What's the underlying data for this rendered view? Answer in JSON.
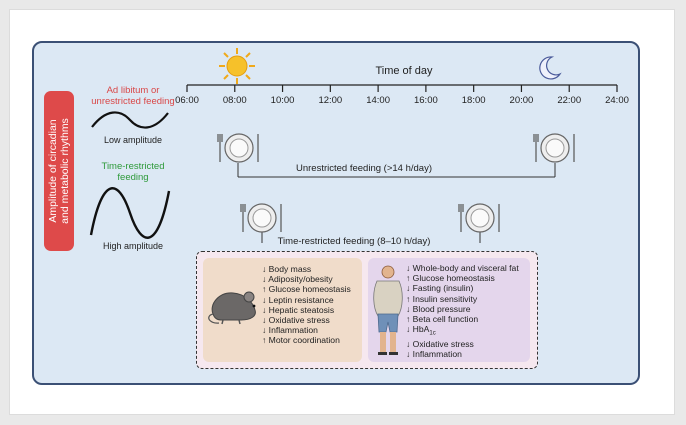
{
  "sidebar_label": {
    "line1": "Amplitude of circadian",
    "line2": "and metabolic rhythms"
  },
  "conditions": {
    "ad_libitum": {
      "line1": "Ad libitum or",
      "line2": "unrestricted feeding",
      "amplitude": "Low amplitude",
      "color": "#d94848"
    },
    "time_restricted": {
      "line1": "Time-restricted",
      "line2": "feeding",
      "amplitude": "High amplitude",
      "color": "#2e9a3a"
    }
  },
  "timeline": {
    "title": "Time of day",
    "ticks": [
      "06:00",
      "08:00",
      "10:00",
      "12:00",
      "14:00",
      "16:00",
      "18:00",
      "20:00",
      "22:00",
      "24:00"
    ]
  },
  "feeding": {
    "unrestricted": "Unrestricted feeding (>14 h/day)",
    "time_restricted": "Time-restricted feeding (8–10 h/day)"
  },
  "effects": {
    "mouse": [
      {
        "arrow": "↓",
        "text": "Body mass"
      },
      {
        "arrow": "↓",
        "text": "Adiposity/obesity"
      },
      {
        "arrow": "↑",
        "text": "Glucose homeostasis"
      },
      {
        "arrow": "↓",
        "text": "Leptin resistance"
      },
      {
        "arrow": "↓",
        "text": "Hepatic steatosis"
      },
      {
        "arrow": "↓",
        "text": "Oxidative stress"
      },
      {
        "arrow": "↓",
        "text": "Inflammation"
      },
      {
        "arrow": "↑",
        "text": "Motor coordination"
      }
    ],
    "human": [
      {
        "arrow": "↓",
        "text": "Whole-body and visceral fat"
      },
      {
        "arrow": "↑",
        "text": "Glucose homeostasis"
      },
      {
        "arrow": "↓",
        "text": "Fasting (insulin)"
      },
      {
        "arrow": "↑",
        "text": "Insulin sensitivity"
      },
      {
        "arrow": "↓",
        "text": "Blood pressure"
      },
      {
        "arrow": "↑",
        "text": "Beta cell function"
      },
      {
        "arrow": "↓",
        "text": "HbA",
        "sub": "1c"
      },
      {
        "arrow": "↓",
        "text": "Oxidative stress"
      },
      {
        "arrow": "↓",
        "text": "Inflammation"
      }
    ]
  },
  "colors": {
    "frame_border": "#3b5075",
    "panel_bg": "#dce8f4",
    "sidebar": "#de4a4a",
    "sun": "#f4b81e",
    "moon": "#dfe3f6"
  },
  "icons": [
    "sun-icon",
    "moon-icon",
    "plate-icon",
    "mouse-icon",
    "human-icon"
  ]
}
